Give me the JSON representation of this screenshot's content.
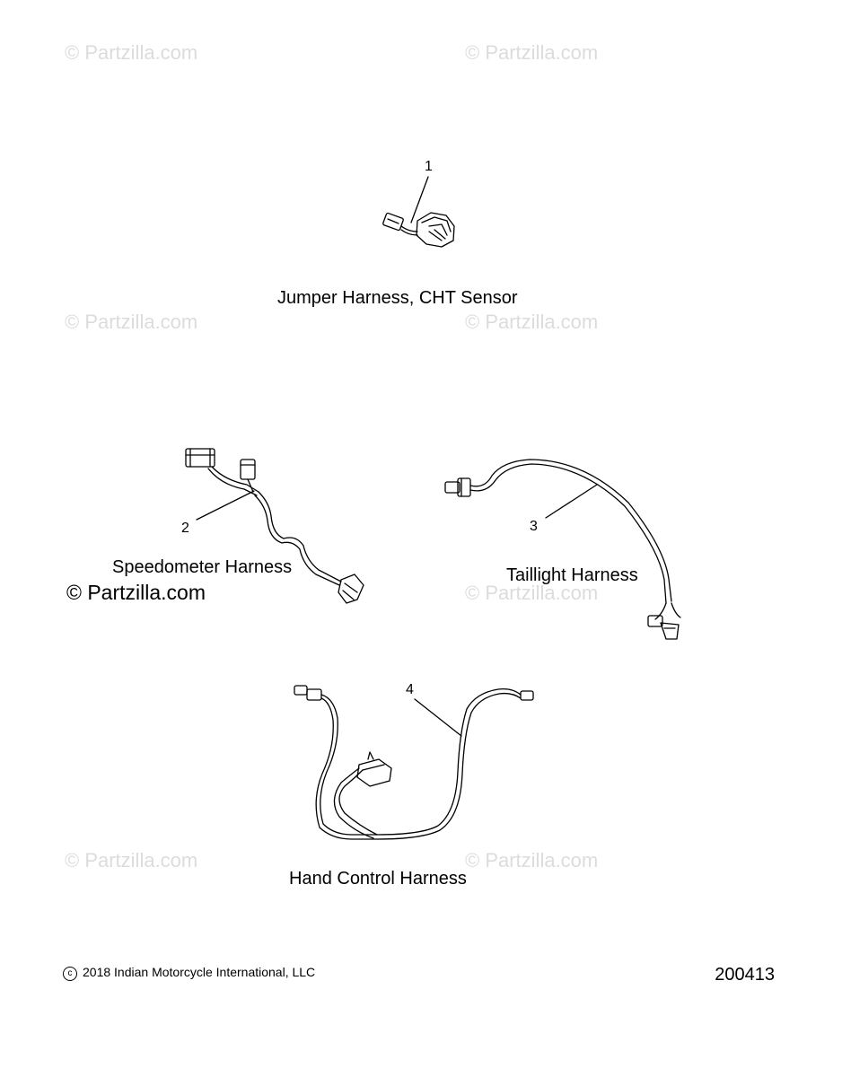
{
  "watermark": "© Partzilla.com",
  "parts": [
    {
      "ref": "1",
      "name": "Jumper Harness, CHT Sensor"
    },
    {
      "ref": "2",
      "name": "Speedometer Harness"
    },
    {
      "ref": "3",
      "name": "Taillight Harness"
    },
    {
      "ref": "4",
      "name": "Hand Control Harness"
    }
  ],
  "footer": {
    "copyright_symbol": "c",
    "copyright": "2018 Indian Motorcycle International, LLC",
    "diagram_number": "200413"
  }
}
